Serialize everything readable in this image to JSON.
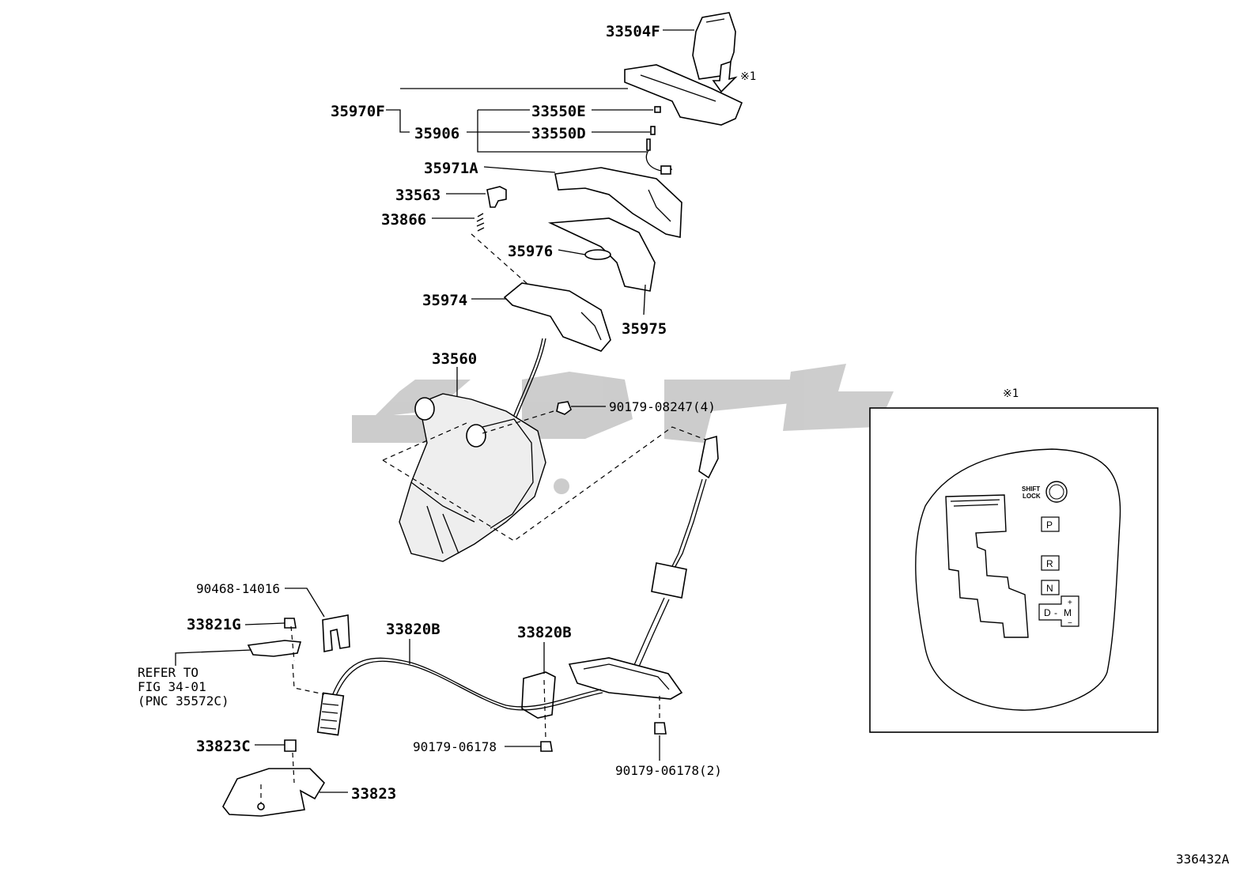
{
  "diagram": {
    "figure_code": "336432A",
    "watermark_text": "تويوتا",
    "note_symbol": "※1",
    "labels": {
      "p33504F": "33504F",
      "p35970F": "35970F",
      "p35906": "35906",
      "p33550E": "33550E",
      "p33550D": "33550D",
      "p35971A": "35971A",
      "p33563": "33563",
      "p33866": "33866",
      "p35976": "35976",
      "p35974": "35974",
      "p35975": "35975",
      "p33560": "33560",
      "p90179_08247": "90179-08247(4)",
      "p90468_14016": "90468-14016",
      "p33821G": "33821G",
      "p33820B_a": "33820B",
      "p33820B_b": "33820B",
      "p33823C": "33823C",
      "p33823": "33823",
      "p90179_06178": "90179-06178",
      "p90179_06178_2": "90179-06178(2)"
    },
    "refer_note": {
      "line1": "REFER TO",
      "line2": "FIG 34-01",
      "line3": "(PNC 35572C)"
    },
    "inset": {
      "title": "※1",
      "shift_lock_line1": "SHIFT",
      "shift_lock_line2": "LOCK",
      "gear_p": "P",
      "gear_r": "R",
      "gear_n": "N",
      "gear_d": "D",
      "gear_m": "M",
      "plus": "+",
      "minus": "−",
      "dash": "-"
    }
  }
}
